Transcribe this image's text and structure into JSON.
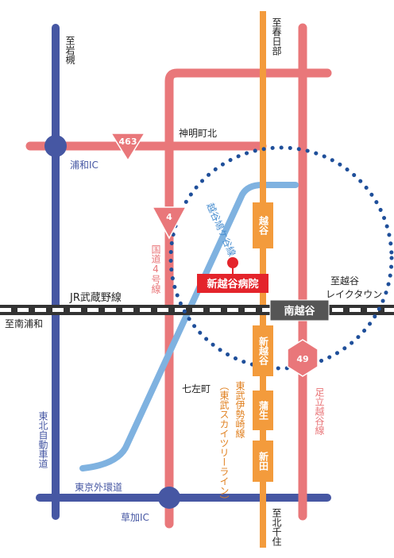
{
  "roads": {
    "national4_label": "国道4号線",
    "route4_shield": "4",
    "route463_shield": "463",
    "route49_shield": "49",
    "joban_label": "東北自動車道",
    "gaikan_label": "東京外環道",
    "koshigaya_kazo_label": "越谷鳩ケ谷線",
    "adachi_koshigaya_label": "足立越谷線"
  },
  "rail": {
    "jr_musashino_label": "JR武蔵野線",
    "tobu_label": "東武伊勢崎線",
    "tobu_sub_label": "（東武スカイツリーライン）",
    "stations": [
      "越谷",
      "新越谷",
      "蒲生",
      "新田"
    ],
    "minami_koshigaya": "南越谷"
  },
  "directions": {
    "to_iwatsuki": "至岩槻",
    "to_kasukabe": "至春日部",
    "to_minami_urawa": "至南浦和",
    "to_koshigaya_laketown_1": "至越谷",
    "to_koshigaya_laketown_2": "レイクタウン",
    "to_kitasenju": "至北千住"
  },
  "places": {
    "urawa_ic": "浦和IC",
    "soka_ic": "草加IC",
    "shinmeicho_kita": "神明町北",
    "shichizacho": "七左町",
    "hospital": "新越谷病院"
  },
  "colors": {
    "blue_road": "#4657a3",
    "pink_road": "#e9777a",
    "orange_rail": "#f39b3c",
    "light_blue_road": "#7fb2e0",
    "hospital_red": "#e4242b",
    "circle_dots": "#1f4f9a"
  }
}
